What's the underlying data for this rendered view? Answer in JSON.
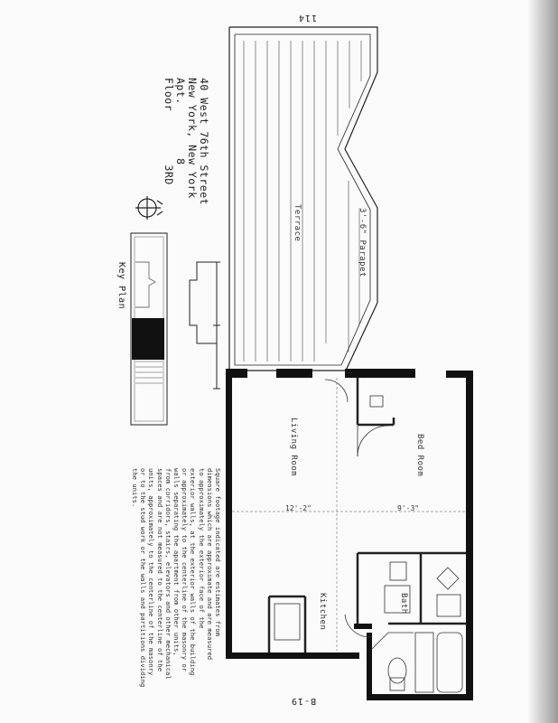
{
  "page": {
    "top_page_number": "114",
    "bottom_page_number": "B-19"
  },
  "address": {
    "street": "40 West 76th Street",
    "city": "New York, New York",
    "apt_label": "Apt.",
    "apt_value": "8",
    "floor_label": "Floor",
    "floor_value": "3RD"
  },
  "key_plan": {
    "label": "Key Plan"
  },
  "rooms": {
    "terrace": "Terrace",
    "parapet": "3'-6\" Parapet",
    "living_room": "Living Room",
    "bed_room": "Bed Room",
    "kitchen": "Kitchen",
    "bath": "Bath"
  },
  "dimensions": {
    "living_width": "12'-2\"",
    "bed_width": "9'-3\""
  },
  "note": {
    "lines": [
      "Square footage indicated are estimates from",
      "dimensions which are approximate and are measured",
      "to approximately the exterior face of the",
      "exterior walls, at the exterior walls of the building",
      "or approximately to the centerline of the masonry or",
      "walls separating the apartment from other units,",
      "from corridors, stairs, elevators and other mechanical",
      "spaces and are not measured to the centerline of the",
      "units, approximately to the centerline of the masonry",
      "or to the stud work or the walls and partitions dividing",
      "the units."
    ]
  },
  "colors": {
    "ink": "#1a1a1a",
    "paper": "#fbfbfb"
  }
}
